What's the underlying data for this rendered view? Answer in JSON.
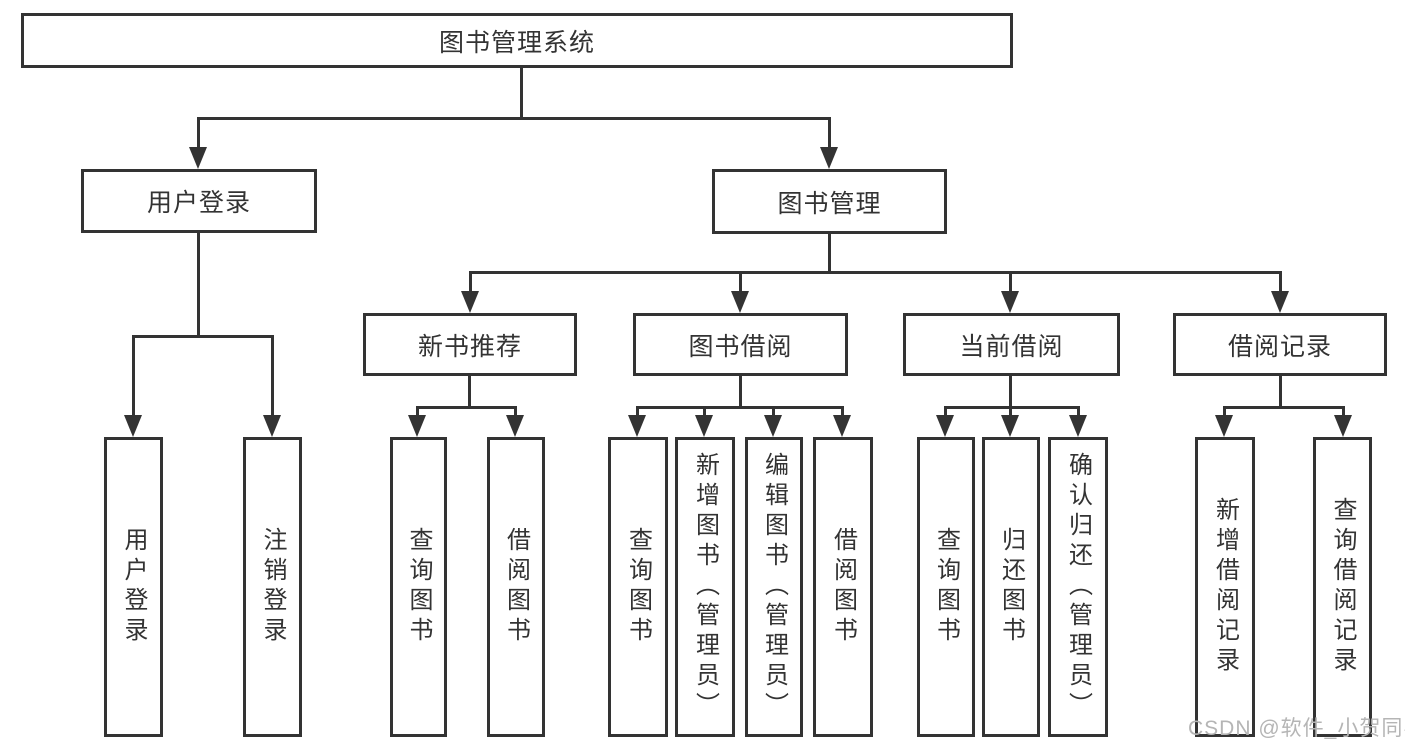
{
  "diagram": {
    "root": {
      "label": "图书管理系统"
    },
    "user_login": {
      "label": "用户登录",
      "children": [
        {
          "label": "用户登录"
        },
        {
          "label": "注销登录"
        }
      ]
    },
    "book_management": {
      "label": "图书管理",
      "children": [
        {
          "label": "新书推荐",
          "children": [
            {
              "label": "查询图书"
            },
            {
              "label": "借阅图书"
            }
          ]
        },
        {
          "label": "图书借阅",
          "children": [
            {
              "label": "查询图书"
            },
            {
              "label": "新增图书（管理员）"
            },
            {
              "label": "编辑图书（管理员）"
            },
            {
              "label": "借阅图书"
            }
          ]
        },
        {
          "label": "当前借阅",
          "children": [
            {
              "label": "查询图书"
            },
            {
              "label": "归还图书"
            },
            {
              "label": "确认归还（管理员）"
            }
          ]
        },
        {
          "label": "借阅记录",
          "children": [
            {
              "label": "新增借阅记录"
            },
            {
              "label": "查询借阅记录"
            }
          ]
        }
      ]
    }
  },
  "watermark": {
    "text": "CSDN @软件_小贺同学"
  },
  "colors": {
    "line": "#333333",
    "border": "#333333",
    "text": "#333333",
    "background": "#ffffff",
    "watermark": "#b5b5b5"
  }
}
